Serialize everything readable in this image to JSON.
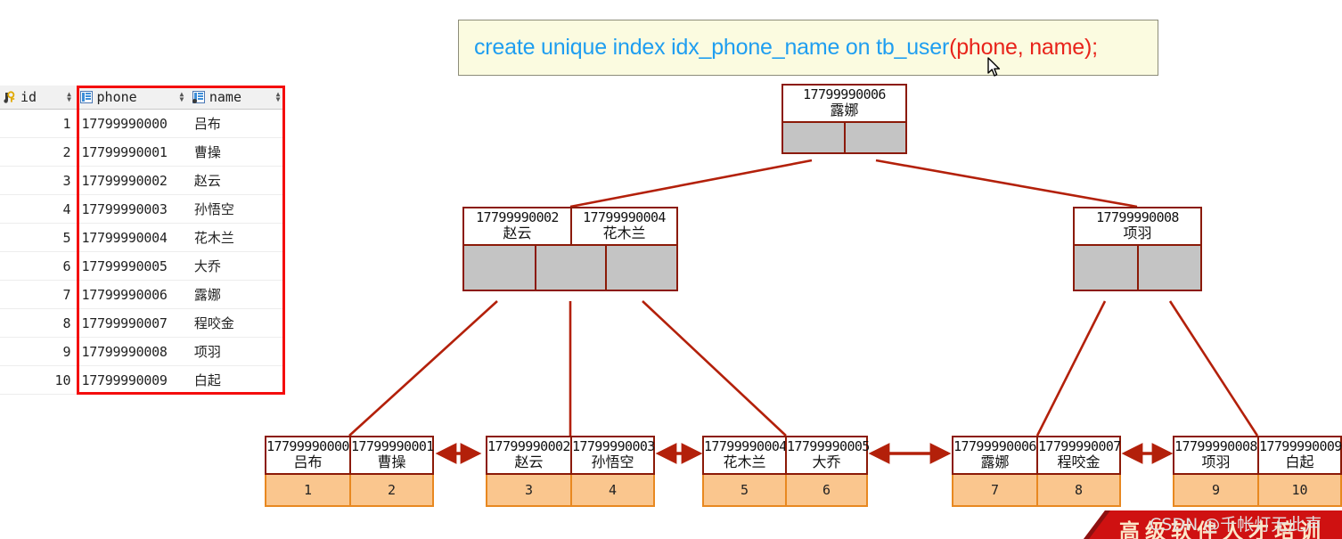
{
  "sql": {
    "prefix": "create unique index idx_phone_name on tb_user",
    "highlight": "(phone, name);",
    "text_color": "#1f9ef0",
    "highlight_color": "#e8231a",
    "background": "#fbfbe0"
  },
  "cursor": {
    "icon": "mouse-pointer-icon"
  },
  "table": {
    "columns": [
      {
        "key": "id",
        "label": "id",
        "icon": "primary-key-icon",
        "sort": "sort-icon"
      },
      {
        "key": "phone",
        "label": "phone",
        "icon": "column-grid-icon",
        "sort": "sort-icon"
      },
      {
        "key": "name",
        "label": "name",
        "icon": "column-grid-icon",
        "sort": "sort-icon"
      }
    ],
    "rows": [
      {
        "id": "1",
        "phone": "17799990000",
        "name": "吕布"
      },
      {
        "id": "2",
        "phone": "17799990001",
        "name": "曹操"
      },
      {
        "id": "3",
        "phone": "17799990002",
        "name": "赵云"
      },
      {
        "id": "4",
        "phone": "17799990003",
        "name": "孙悟空"
      },
      {
        "id": "5",
        "phone": "17799990004",
        "name": "花木兰"
      },
      {
        "id": "6",
        "phone": "17799990005",
        "name": "大乔"
      },
      {
        "id": "7",
        "phone": "17799990006",
        "name": "露娜"
      },
      {
        "id": "8",
        "phone": "17799990007",
        "name": "程咬金"
      },
      {
        "id": "9",
        "phone": "17799990008",
        "name": "项羽"
      },
      {
        "id": "10",
        "phone": "17799990009",
        "name": "白起"
      }
    ],
    "highlight_color": "#f40d0d"
  },
  "tree": {
    "line_color": "#b3200a",
    "node_border": "#8b1a07",
    "pointer_color": "#c4c4c4",
    "value_border": "#e88820",
    "value_fill": "#fac68e",
    "root": {
      "keys": [
        {
          "phone": "17799990006",
          "name": "露娜"
        }
      ],
      "pointers": 2
    },
    "internal": [
      {
        "keys": [
          {
            "phone": "17799990002",
            "name": "赵云"
          },
          {
            "phone": "17799990004",
            "name": "花木兰"
          }
        ],
        "pointers": 3
      },
      {
        "keys": [
          {
            "phone": "17799990008",
            "name": "项羽"
          }
        ],
        "pointers": 2
      }
    ],
    "leaves": [
      {
        "keys": [
          {
            "phone": "17799990000",
            "name": "吕布",
            "value": "1"
          },
          {
            "phone": "17799990001",
            "name": "曹操",
            "value": "2"
          }
        ]
      },
      {
        "keys": [
          {
            "phone": "17799990002",
            "name": "赵云",
            "value": "3"
          },
          {
            "phone": "17799990003",
            "name": "孙悟空",
            "value": "4"
          }
        ]
      },
      {
        "keys": [
          {
            "phone": "17799990004",
            "name": "花木兰",
            "value": "5"
          },
          {
            "phone": "17799990005",
            "name": "大乔",
            "value": "6"
          }
        ]
      },
      {
        "keys": [
          {
            "phone": "17799990006",
            "name": "露娜",
            "value": "7"
          },
          {
            "phone": "17799990007",
            "name": "程咬金",
            "value": "8"
          }
        ]
      },
      {
        "keys": [
          {
            "phone": "17799990008",
            "name": "项羽",
            "value": "9"
          },
          {
            "phone": "17799990009",
            "name": "白起",
            "value": "10"
          }
        ]
      }
    ]
  },
  "watermark": {
    "csdn": "CSDN @千帐灯无此声",
    "banner": "高级软件人才培训",
    "banner_color": "#cf1111"
  }
}
